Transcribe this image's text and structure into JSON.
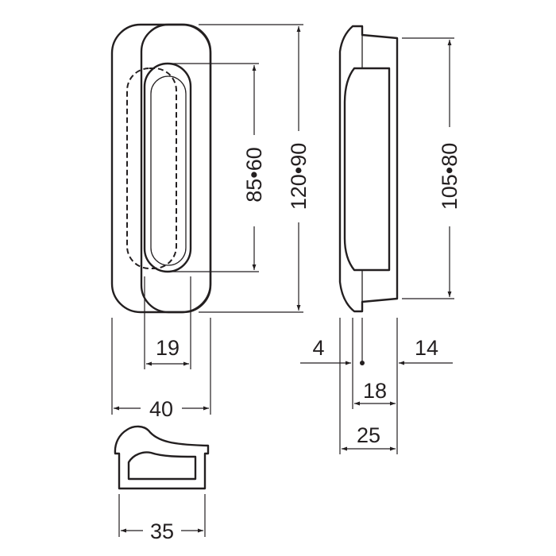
{
  "colors": {
    "ink": "#231f20",
    "background": "#ffffff"
  },
  "dimensions": {
    "inner_opening_height": "85•60",
    "overall_height": "120•90",
    "side_recess_height": "105•80",
    "inner_width": "19",
    "overall_width": "40",
    "bottom_width": "35",
    "flange_thickness": "4",
    "rear_depth": "14",
    "body_depth": "18",
    "overall_depth": "25"
  }
}
